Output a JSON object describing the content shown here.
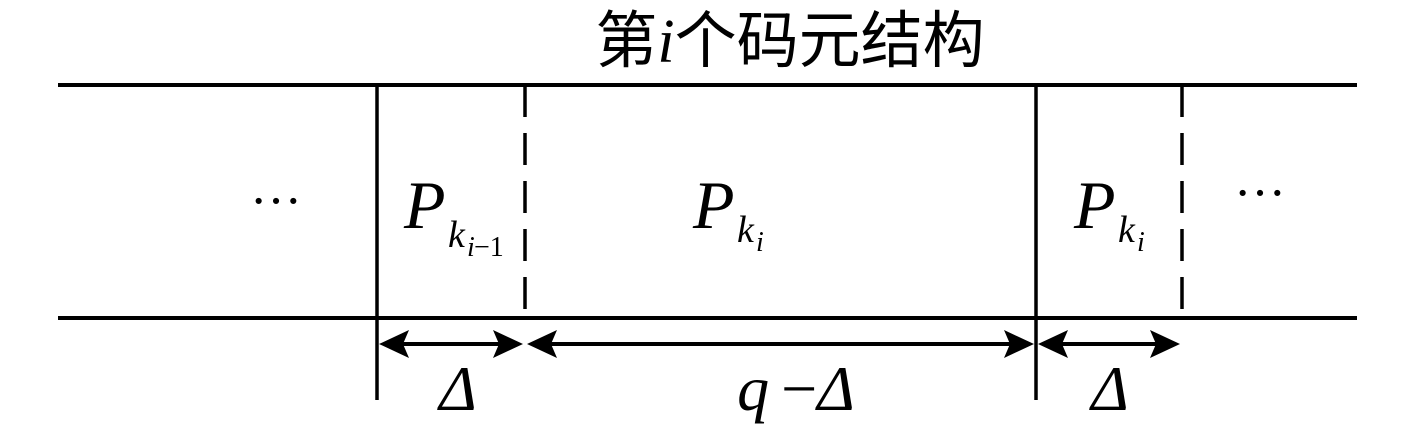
{
  "title": {
    "prefix": "第",
    "index_var": "i",
    "suffix": "个码元结构"
  },
  "segments": {
    "ellipsis_left": "···",
    "prev_pilot": {
      "symbol": "P",
      "sub": "k",
      "subsub_var": "i",
      "subsub_rest": "−1"
    },
    "main_pilot": {
      "symbol": "P",
      "sub": "k",
      "subsub_var": "i"
    },
    "guard_pilot": {
      "symbol": "P",
      "sub": "k",
      "subsub_var": "i"
    },
    "ellipsis_right": "···"
  },
  "dimensions": {
    "guard_left": "Δ",
    "main_q": "q",
    "main_minus": "−",
    "main_delta": "Δ",
    "guard_right": "Δ"
  }
}
